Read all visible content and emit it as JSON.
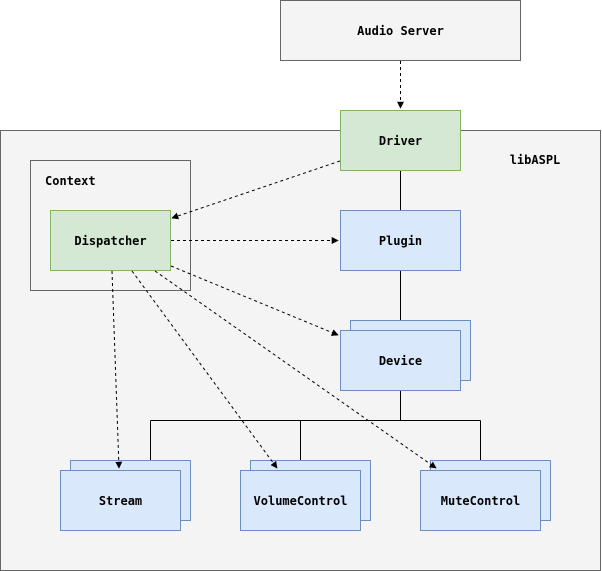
{
  "diagram": {
    "nodes": {
      "audio_server": "Audio Server",
      "driver": "Driver",
      "libaspl": "libASPL",
      "context": "Context",
      "dispatcher": "Dispatcher",
      "plugin": "Plugin",
      "device": "Device",
      "stream": "Stream",
      "volume_control": "VolumeControl",
      "mute_control": "MuteControl"
    },
    "colors": {
      "gray_fill": "#f4f4f4",
      "gray_stroke": "#666666",
      "green_fill": "#d5e8d4",
      "green_stroke": "#82b366",
      "blue_fill": "#dae8fc",
      "blue_stroke": "#6c8ebf"
    }
  }
}
